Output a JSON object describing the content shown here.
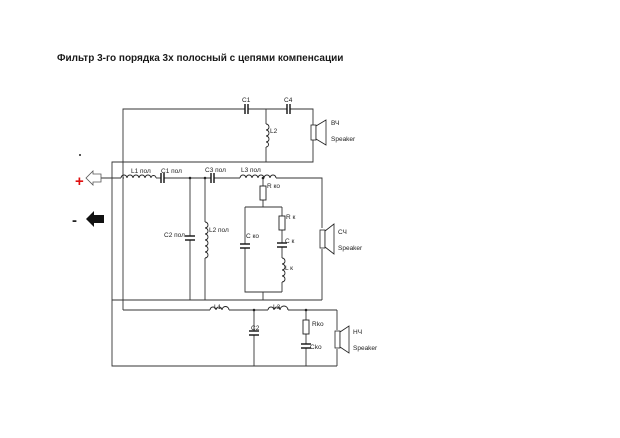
{
  "title": "Фильтр 3-го порядка 3х полосный с цепями компенсации",
  "terminals": {
    "plus": "+",
    "minus": "-"
  },
  "components": {
    "c1": "C1",
    "c4": "C4",
    "l2": "L2",
    "l1_pol": "L1 пол",
    "c1_pol": "C1 пол",
    "c3_pol": "C3 пол",
    "l3_pol": "L3 пол",
    "c2_pol": "C2 пол",
    "l2_pol": "L2 пол",
    "r_ko": "R ко",
    "r_k": "R к",
    "c_ko": "С ко",
    "c_k": "С к",
    "l_k": "L к",
    "l1": "L1",
    "l3": "L3",
    "c2": "C2",
    "rko": "Rko",
    "cko": "Cko"
  },
  "speakers": {
    "hf": {
      "band": "ВЧ",
      "label": "Speaker"
    },
    "mf": {
      "band": "СЧ",
      "label": "Speaker"
    },
    "lf": {
      "band": "НЧ",
      "label": "Speaker"
    }
  },
  "colors": {
    "plus_terminal": "#e01010",
    "wire": "#333333",
    "minus_arrow": "#111111"
  }
}
